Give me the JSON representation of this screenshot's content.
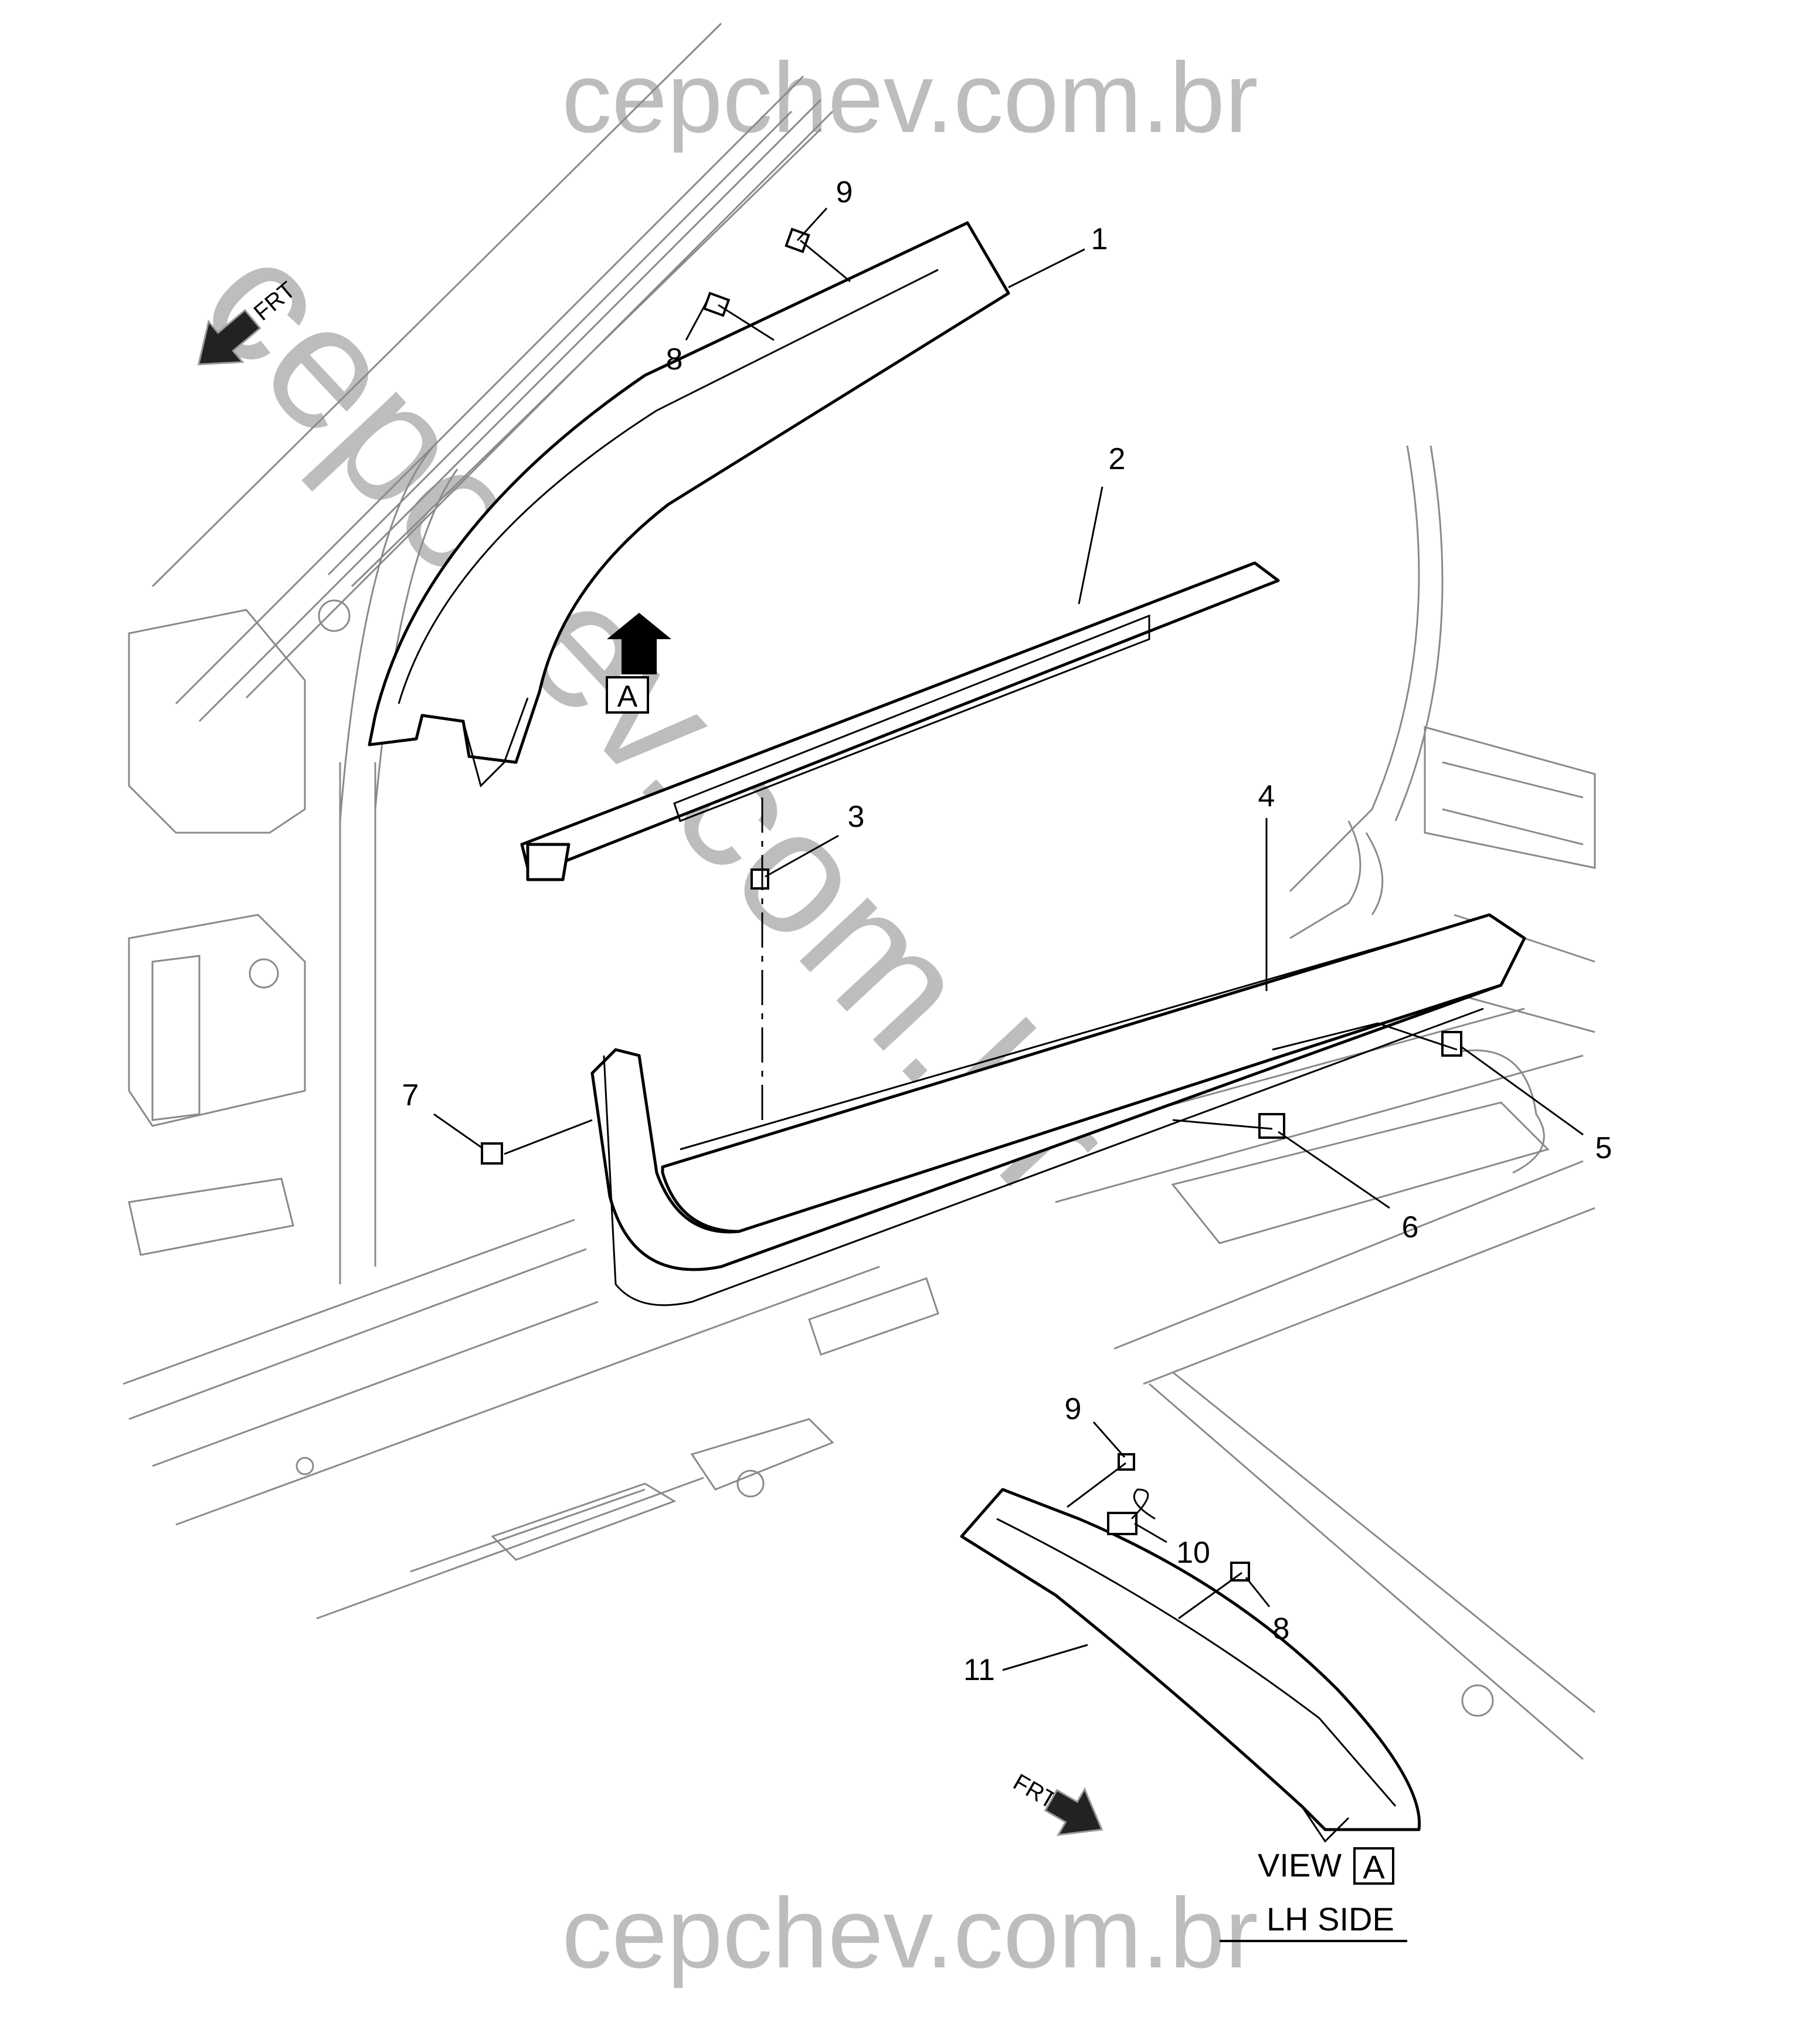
{
  "watermark": {
    "top": "cepchev.com.br",
    "bottom": "cepchev.com.br",
    "diagonal": "cepchev.com.br"
  },
  "callouts": [
    {
      "id": "c1",
      "label": "1"
    },
    {
      "id": "c2",
      "label": "2"
    },
    {
      "id": "c3",
      "label": "3"
    },
    {
      "id": "c4",
      "label": "4"
    },
    {
      "id": "c5",
      "label": "5"
    },
    {
      "id": "c6",
      "label": "6"
    },
    {
      "id": "c7",
      "label": "7"
    },
    {
      "id": "c8a",
      "label": "8"
    },
    {
      "id": "c9a",
      "label": "9"
    },
    {
      "id": "c9b",
      "label": "9"
    },
    {
      "id": "c10",
      "label": "10"
    },
    {
      "id": "c8b",
      "label": "8"
    },
    {
      "id": "c11",
      "label": "11"
    }
  ],
  "view_marker": {
    "letter": "A"
  },
  "view_label": {
    "prefix": "VIEW",
    "letter": "A",
    "side": "LH SIDE"
  },
  "frt_arrows": [
    {
      "label": "FRT",
      "icon": "frt-arrow-left-icon"
    },
    {
      "label": "FRT",
      "icon": "frt-arrow-right-icon"
    }
  ]
}
